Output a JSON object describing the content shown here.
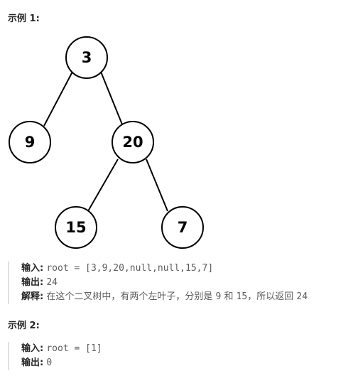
{
  "example1": {
    "title": "示例 1:",
    "tree": {
      "nodes": [
        {
          "id": "n3",
          "label": "3"
        },
        {
          "id": "n9",
          "label": "9"
        },
        {
          "id": "n20",
          "label": "20"
        },
        {
          "id": "n15",
          "label": "15"
        },
        {
          "id": "n7",
          "label": "7"
        }
      ],
      "edges": [
        {
          "from": "n3",
          "to": "n9"
        },
        {
          "from": "n3",
          "to": "n20"
        },
        {
          "from": "n20",
          "to": "n15"
        },
        {
          "from": "n20",
          "to": "n7"
        }
      ]
    },
    "input_label": "输入:",
    "input_value": "root = [3,9,20,null,null,15,7]",
    "output_label": "输出:",
    "output_value": "24",
    "explain_label": "解释:",
    "explain_parts": [
      "在这个二叉树中，有两个左叶子，分别是 ",
      "9",
      " 和 ",
      "15",
      "，所以返回 ",
      "24"
    ]
  },
  "example2": {
    "title": "示例 2:",
    "input_label": "输入:",
    "input_value": "root = [1]",
    "output_label": "输出:",
    "output_value": "0"
  }
}
